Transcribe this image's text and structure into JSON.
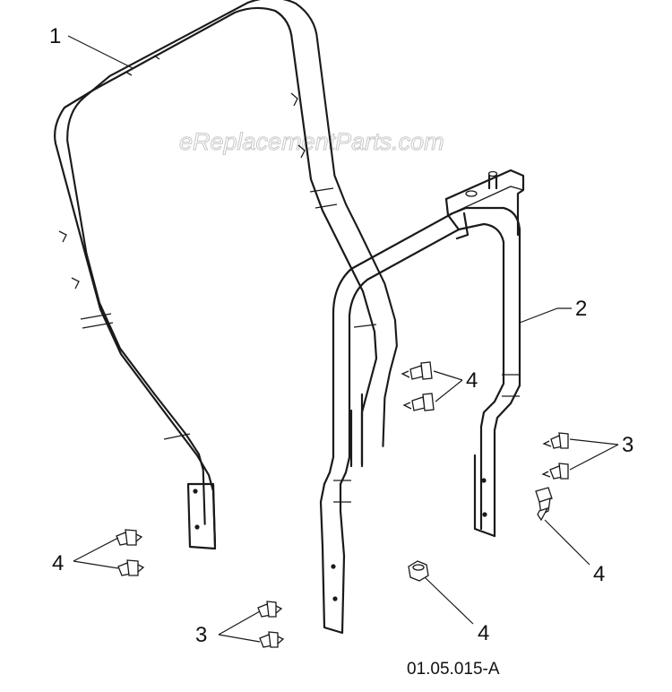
{
  "watermark": "eReplacementParts.com",
  "drawing_number": "01.05.015-A",
  "callouts": {
    "part_1": "1",
    "part_2": "2",
    "part_3_right": "3",
    "part_3_lower": "3",
    "part_4_center": "4",
    "part_4_left": "4",
    "part_4_bottom": "4",
    "part_4_right": "4"
  },
  "colors": {
    "line": "#1a1a1a",
    "background": "#ffffff",
    "watermark_outline": "#c8c8c8"
  }
}
